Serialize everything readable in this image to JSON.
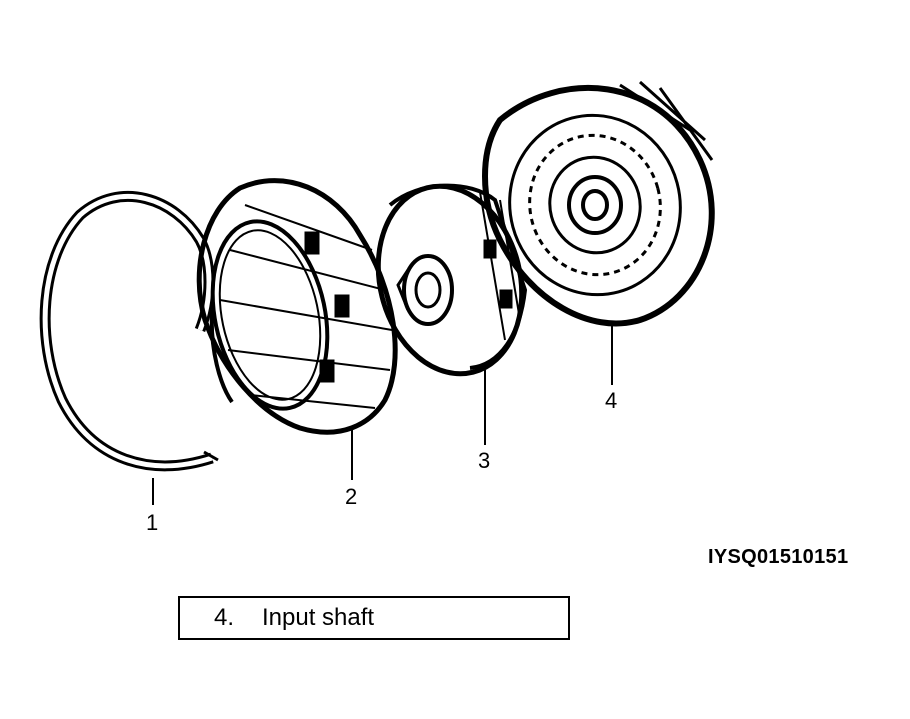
{
  "callouts": {
    "part1": "1",
    "part2": "2",
    "part3": "3",
    "part4": "4"
  },
  "drawing_code": "IYSQ01510151",
  "legend": {
    "number": "4.",
    "text": "Input shaft"
  }
}
